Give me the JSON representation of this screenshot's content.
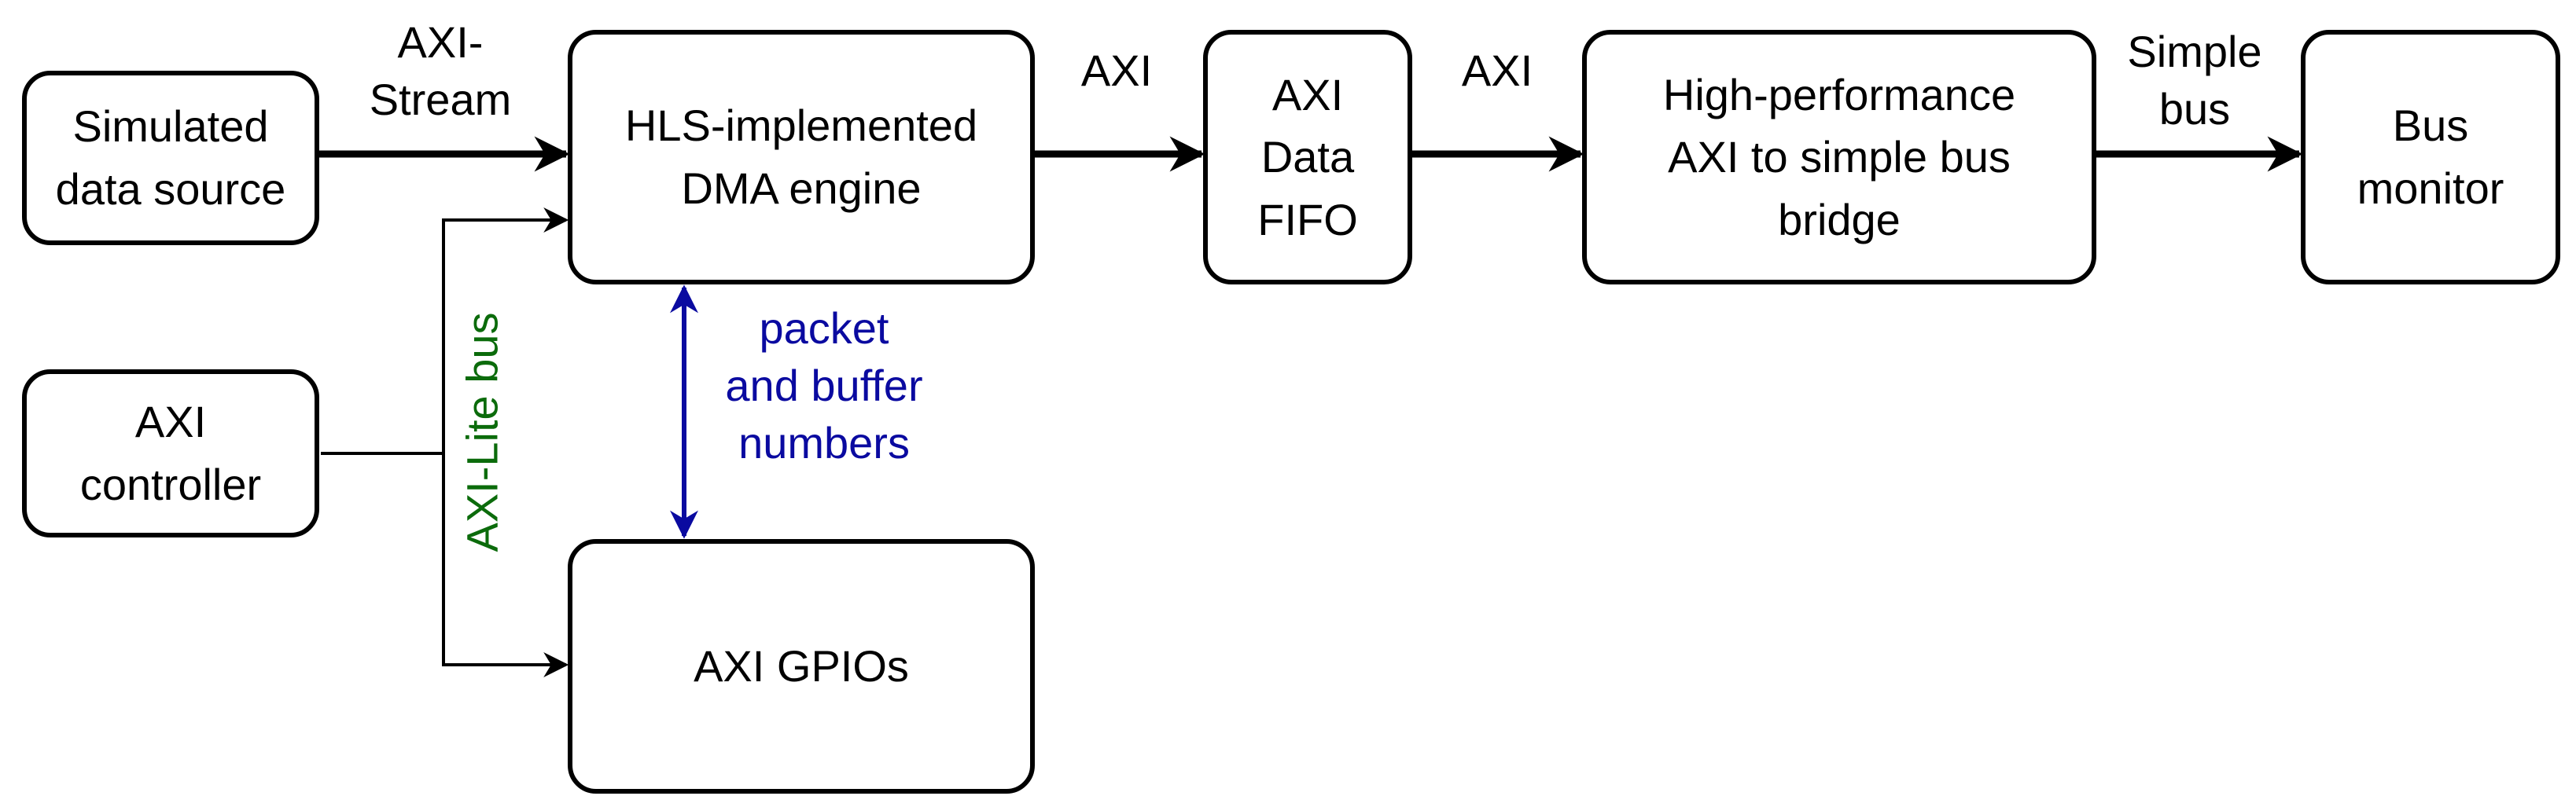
{
  "blocks": {
    "data_source": "Simulated\ndata source",
    "axi_controller": "AXI\ncontroller",
    "dma_engine": "HLS-implemented\nDMA engine",
    "axi_gpios": "AXI GPIOs",
    "data_fifo": "AXI\nData\nFIFO",
    "bus_bridge": "High-performance\nAXI to simple bus\nbridge",
    "bus_monitor": "Bus\nmonitor"
  },
  "links": {
    "axi_stream": "AXI-\nStream",
    "axi_1": "AXI",
    "axi_2": "AXI",
    "simple_bus": "Simple\nbus",
    "axi_lite_bus": "AXI-Lite bus",
    "packet_numbers": "packet\nand buffer\nnumbers"
  },
  "colors": {
    "lines": "#000000",
    "packet_label": "#0a0aa0",
    "axi_lite_label": "#0b6b0b"
  }
}
